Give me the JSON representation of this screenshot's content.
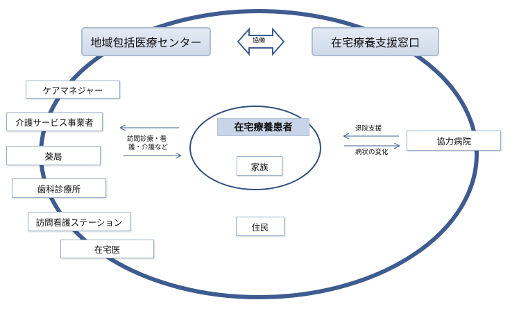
{
  "headers": {
    "left": "地域包括医療センター",
    "right": "在宅療養支援窓口",
    "link_label": "協働"
  },
  "center": {
    "patient": "在宅療養患者",
    "family": "家族"
  },
  "resident": "住民",
  "providers": [
    "ケアマネジャー",
    "介護サービス事業者",
    "薬局",
    "歯科診療所",
    "訪問看護ステーション",
    "在宅医"
  ],
  "left_arrow_label": {
    "line1": "訪問診療・看",
    "line2": "護・介護など"
  },
  "hospital": {
    "name": "協力病院",
    "to_patient_label": "退院支援",
    "to_hospital_label": "病状の変化"
  },
  "colors": {
    "outer_ring": "#3e5c8f",
    "inner_ring": "#2f4f7f",
    "header_fill": "#d8e1ee",
    "patient_fill": "#c8d5e8"
  }
}
